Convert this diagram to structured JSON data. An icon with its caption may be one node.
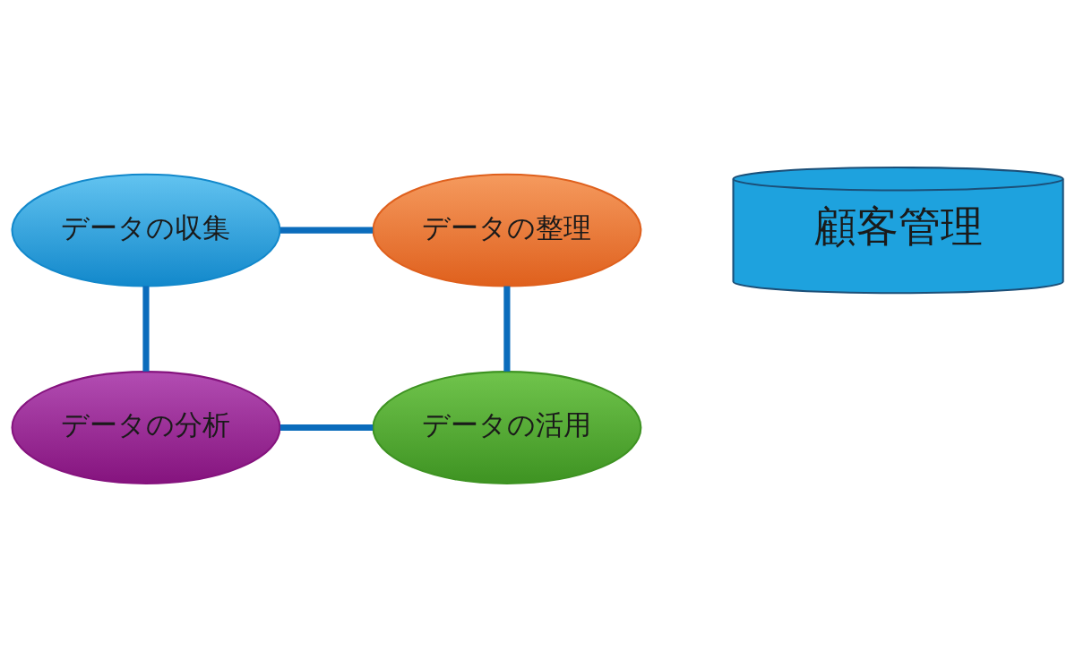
{
  "diagram": {
    "nodes": [
      {
        "text": [
          "データの収集"
        ]
      },
      {
        "text": [
          "データの整理"
        ]
      },
      {
        "text": [
          "顧客管理"
        ]
      },
      {
        "text": [
          "データの分析"
        ]
      },
      {
        "text": [
          "データの活用"
        ]
      }
    ],
    "edges": [
      {
        "from": 0,
        "to": 1,
        "arrow": "none"
      },
      {
        "from": 1,
        "to": 4,
        "arrow": "none"
      },
      {
        "from": 4,
        "to": 3,
        "arrow": "none"
      },
      {
        "from": 3,
        "to": 0,
        "arrow": "none"
      }
    ]
  }
}
